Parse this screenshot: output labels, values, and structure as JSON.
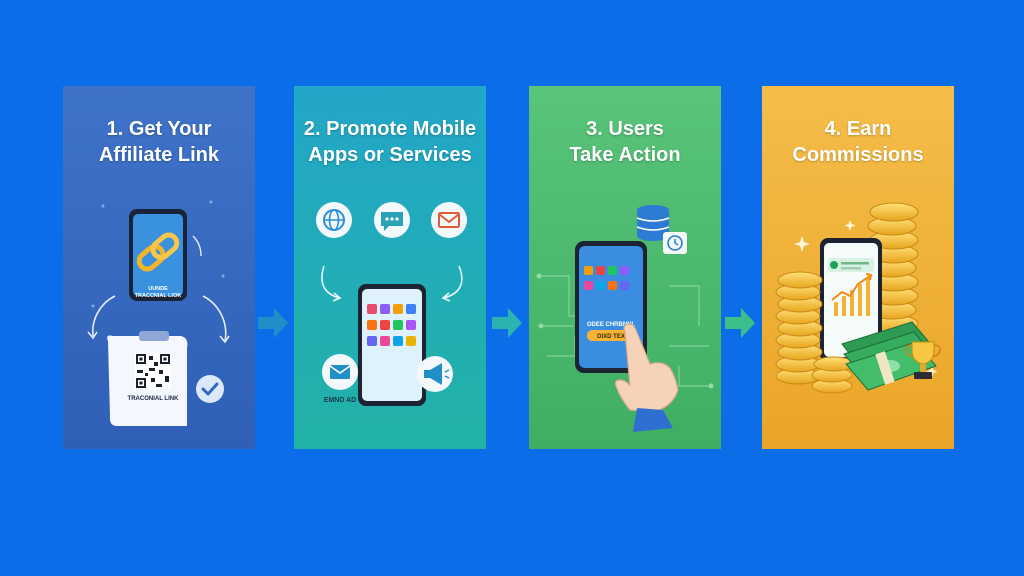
{
  "steps": [
    {
      "title": "1. Get Your\nAffiliate Link",
      "phone_caption_1": "UUNDE",
      "phone_caption_2": "TRACCNIAL LIOK",
      "paper_label": "TRACONIAL LINK"
    },
    {
      "title": "2. Promote Mobile\nApps or Services",
      "bubble_label": "EMND AD"
    },
    {
      "title": "3. Users\nTake Action",
      "screen_text": "ODEE CHRBNNL",
      "button_label": "DIXD TEX"
    },
    {
      "title": "4. Earn\nCommissions"
    }
  ],
  "colors": {
    "background": "#0b6ee8",
    "step1": "#3569bf",
    "step2": "#22abb8",
    "step3": "#4cb96f",
    "step4": "#f0b136",
    "arrow": "#2ba7c8"
  },
  "icons": [
    "chain-link-icon",
    "qr-code-icon",
    "checkmark-icon",
    "globe-icon",
    "chat-bubble-icon",
    "mail-icon",
    "megaphone-icon",
    "database-icon",
    "clock-icon",
    "pointing-hand-icon",
    "coin-stack-icon",
    "cash-bundle-icon",
    "trophy-icon",
    "growth-chart-icon"
  ]
}
